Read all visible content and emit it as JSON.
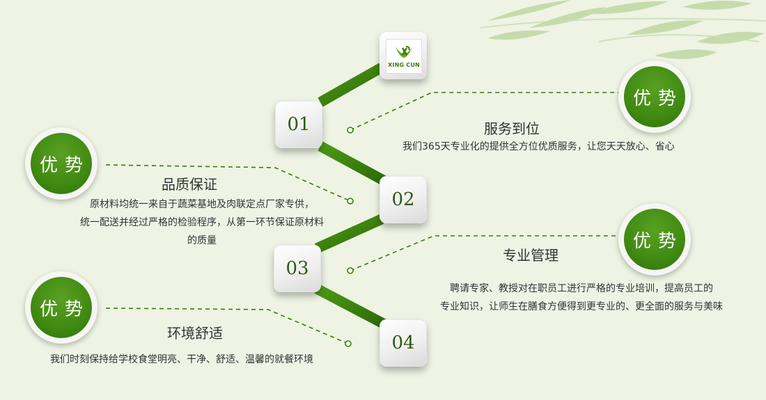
{
  "logo": {
    "text": "XING CUN"
  },
  "steps": [
    "01",
    "02",
    "03",
    "04"
  ],
  "badges": [
    {
      "text": "优势"
    },
    {
      "text": "优势"
    },
    {
      "text": "优势"
    },
    {
      "text": "优势"
    }
  ],
  "features": {
    "service": {
      "title": "服务到位",
      "lines": [
        "我们365天专业化的提供全方位优质服务，让您天天放心、省心"
      ]
    },
    "quality": {
      "title": "品质保证",
      "lines": [
        "原材料均统一来自于蔬菜基地及肉联定点厂家专供，",
        "统一配送并经过严格的检验程序，从第一环节保证原材料",
        "的质量"
      ]
    },
    "management": {
      "title": "专业管理",
      "lines": [
        "聘请专家、教授对在职员工进行严格的专业培训，提高员工的",
        "专业知识，让师生在膳食方便得到更专业的、更全面的服务与美味"
      ]
    },
    "environment": {
      "title": "环境舒适",
      "lines": [
        "我们时刻保持给学校食堂明亮、干净、舒适、温馨的就餐环境"
      ]
    }
  },
  "colors": {
    "accent": "#3f8a12",
    "line": "#3a7a0e",
    "background": "#eef3e4"
  }
}
